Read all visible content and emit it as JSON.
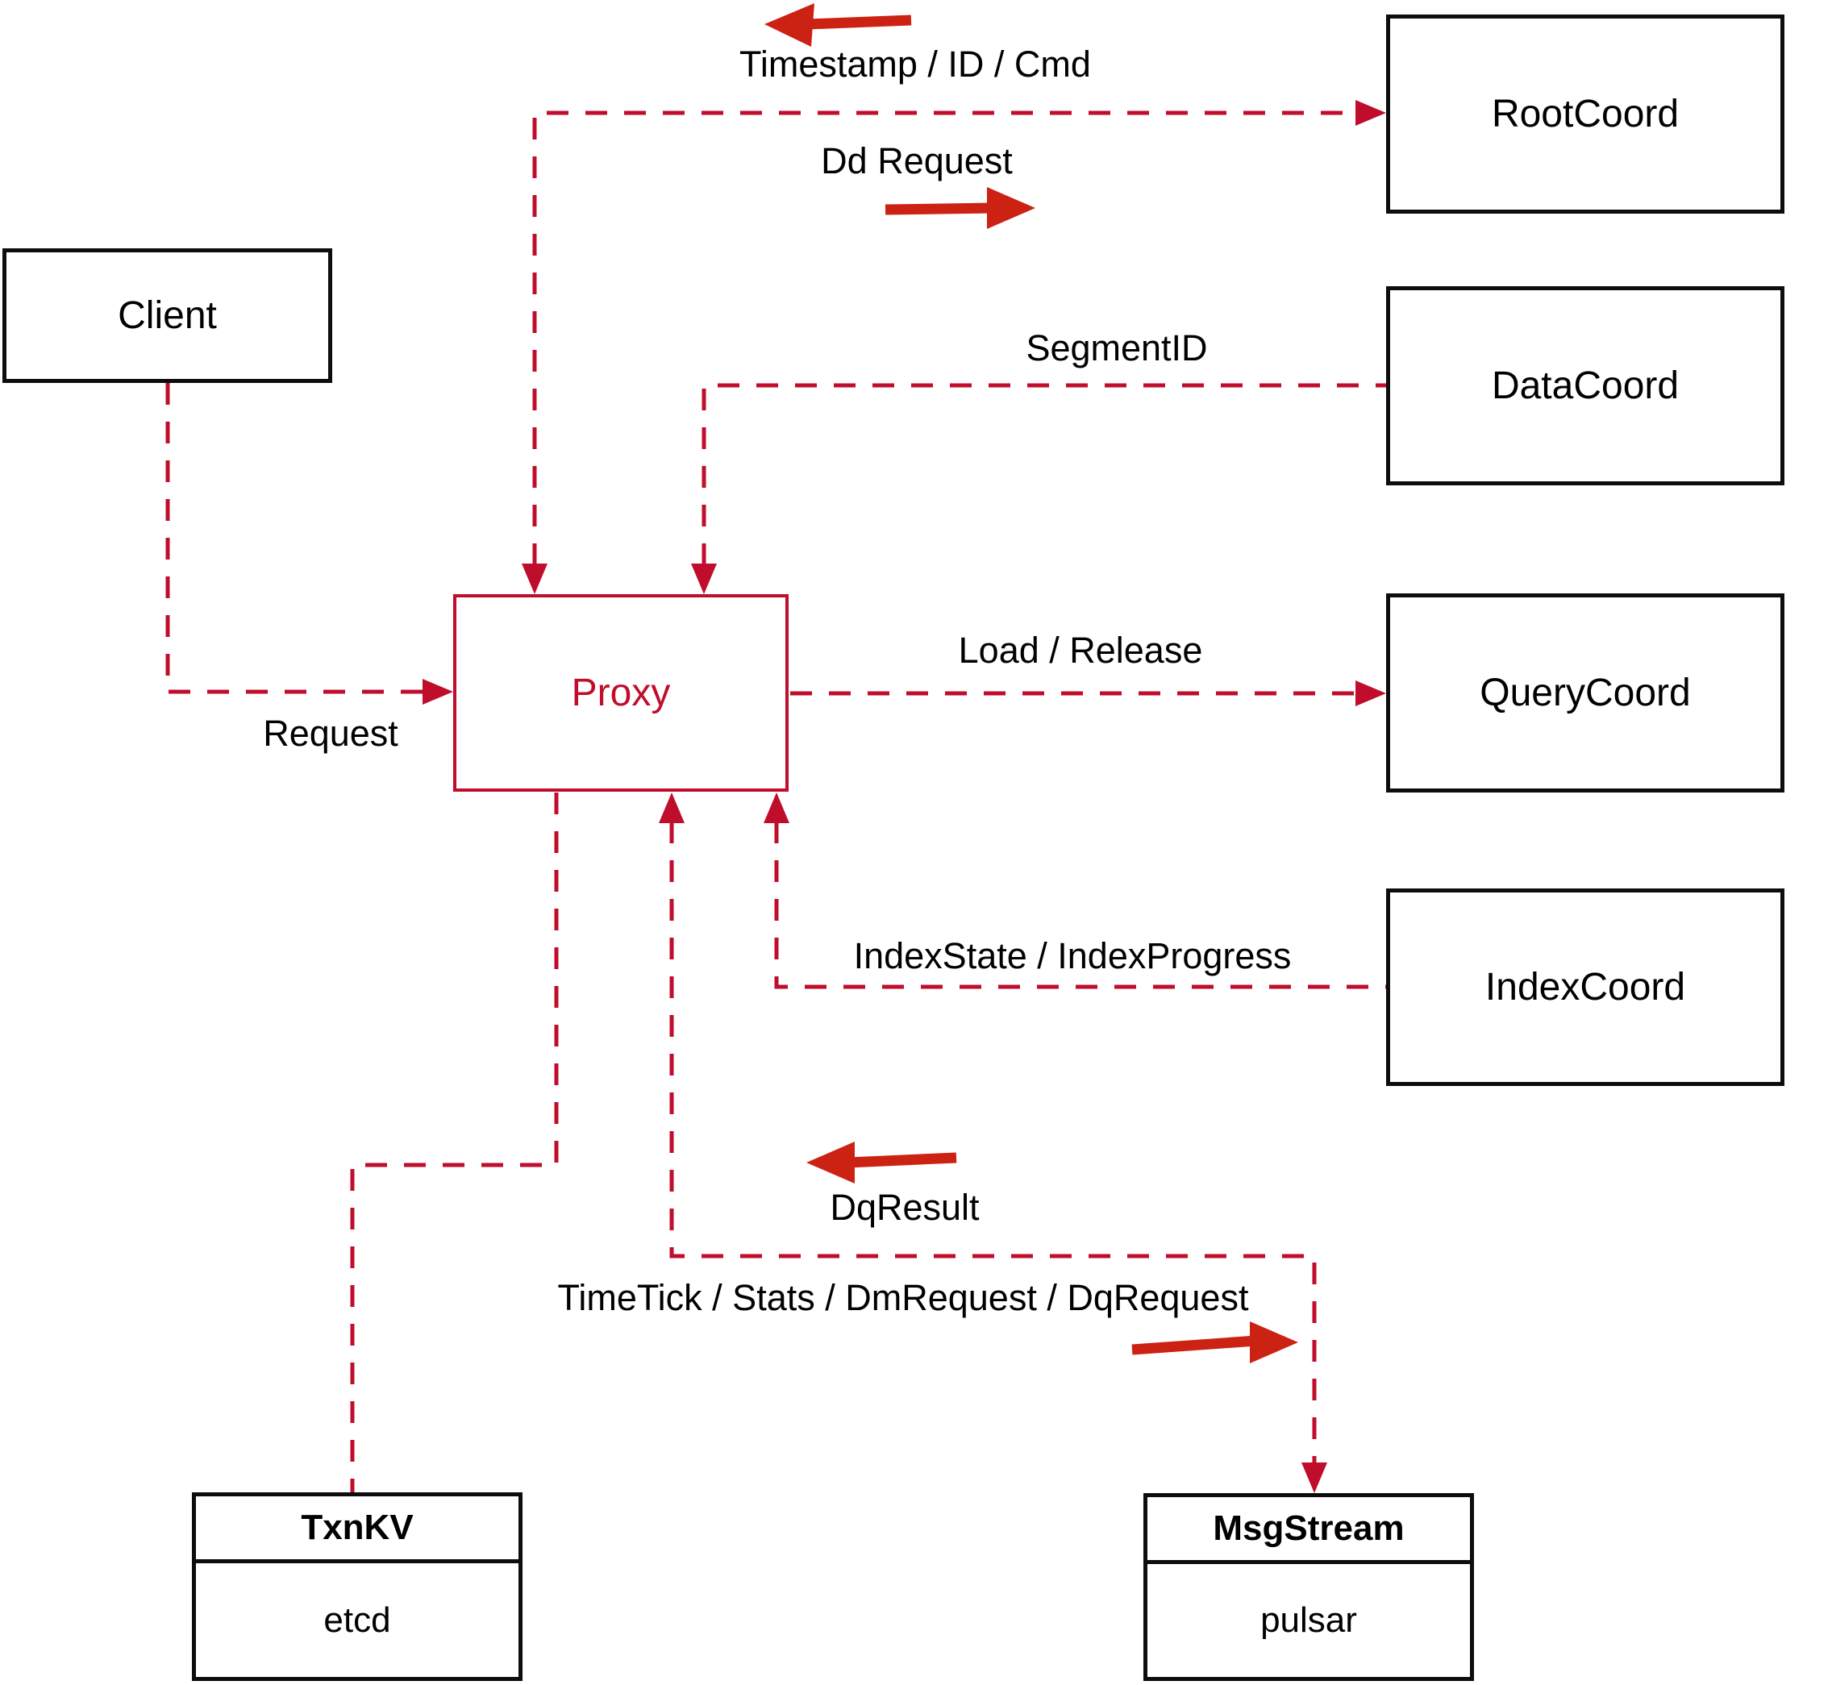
{
  "colors": {
    "connector_red": "#c00d2c",
    "solid_arrow_red": "#cc2213",
    "box_border_black": "#0d0d0d",
    "text_black": "#000000",
    "background": "#ffffff"
  },
  "nodes": {
    "client": {
      "label": "Client"
    },
    "root_coord": {
      "label": "RootCoord"
    },
    "data_coord": {
      "label": "DataCoord"
    },
    "query_coord": {
      "label": "QueryCoord"
    },
    "index_coord": {
      "label": "IndexCoord"
    },
    "proxy": {
      "label": "Proxy"
    },
    "txn_kv": {
      "title": "TxnKV",
      "impl": "etcd"
    },
    "msg_stream": {
      "title": "MsgStream",
      "impl": "pulsar"
    }
  },
  "edge_labels": {
    "timestamp_id_cmd": "Timestamp / ID / Cmd",
    "dd_request": "Dd Request",
    "segment_id": "SegmentID",
    "request": "Request",
    "load_release": "Load / Release",
    "index_state": "IndexState / IndexProgress",
    "dq_result": "DqResult",
    "timetick": "TimeTick / Stats / DmRequest / DqRequest"
  },
  "edges": [
    {
      "from": "Proxy",
      "to": "RootCoord",
      "labels": [
        "Timestamp / ID / Cmd",
        "Dd Request"
      ],
      "style": "dashed",
      "arrows": "both"
    },
    {
      "from": "DataCoord",
      "to": "Proxy",
      "labels": [
        "SegmentID"
      ],
      "style": "dashed",
      "arrows": "to"
    },
    {
      "from": "Client",
      "to": "Proxy",
      "labels": [
        "Request"
      ],
      "style": "dashed",
      "arrows": "to"
    },
    {
      "from": "Proxy",
      "to": "QueryCoord",
      "labels": [
        "Load / Release"
      ],
      "style": "dashed",
      "arrows": "to"
    },
    {
      "from": "IndexCoord",
      "to": "Proxy",
      "labels": [
        "IndexState / IndexProgress"
      ],
      "style": "dashed",
      "arrows": "to"
    },
    {
      "from": "Proxy",
      "to": "MsgStream",
      "labels": [
        "TimeTick / Stats / DmRequest / DqRequest",
        "DqResult"
      ],
      "style": "dashed",
      "arrows": "both"
    },
    {
      "from": "Proxy",
      "to": "TxnKV",
      "labels": [],
      "style": "dashed",
      "arrows": "none"
    }
  ]
}
